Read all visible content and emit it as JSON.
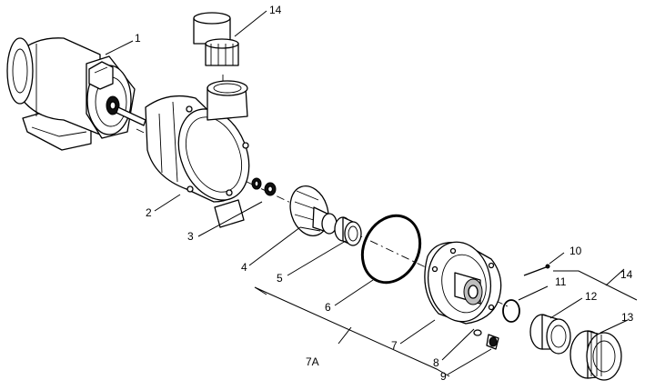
{
  "callouts": {
    "c1": "1",
    "c2": "2",
    "c3": "3",
    "c4": "4",
    "c5": "5",
    "c6": "6",
    "c7": "7",
    "c7a": "7A",
    "c8": "8",
    "c9": "9",
    "c10": "10",
    "c11": "11",
    "c12": "12",
    "c13": "13",
    "c14_top": "14",
    "c14_right": "14"
  }
}
